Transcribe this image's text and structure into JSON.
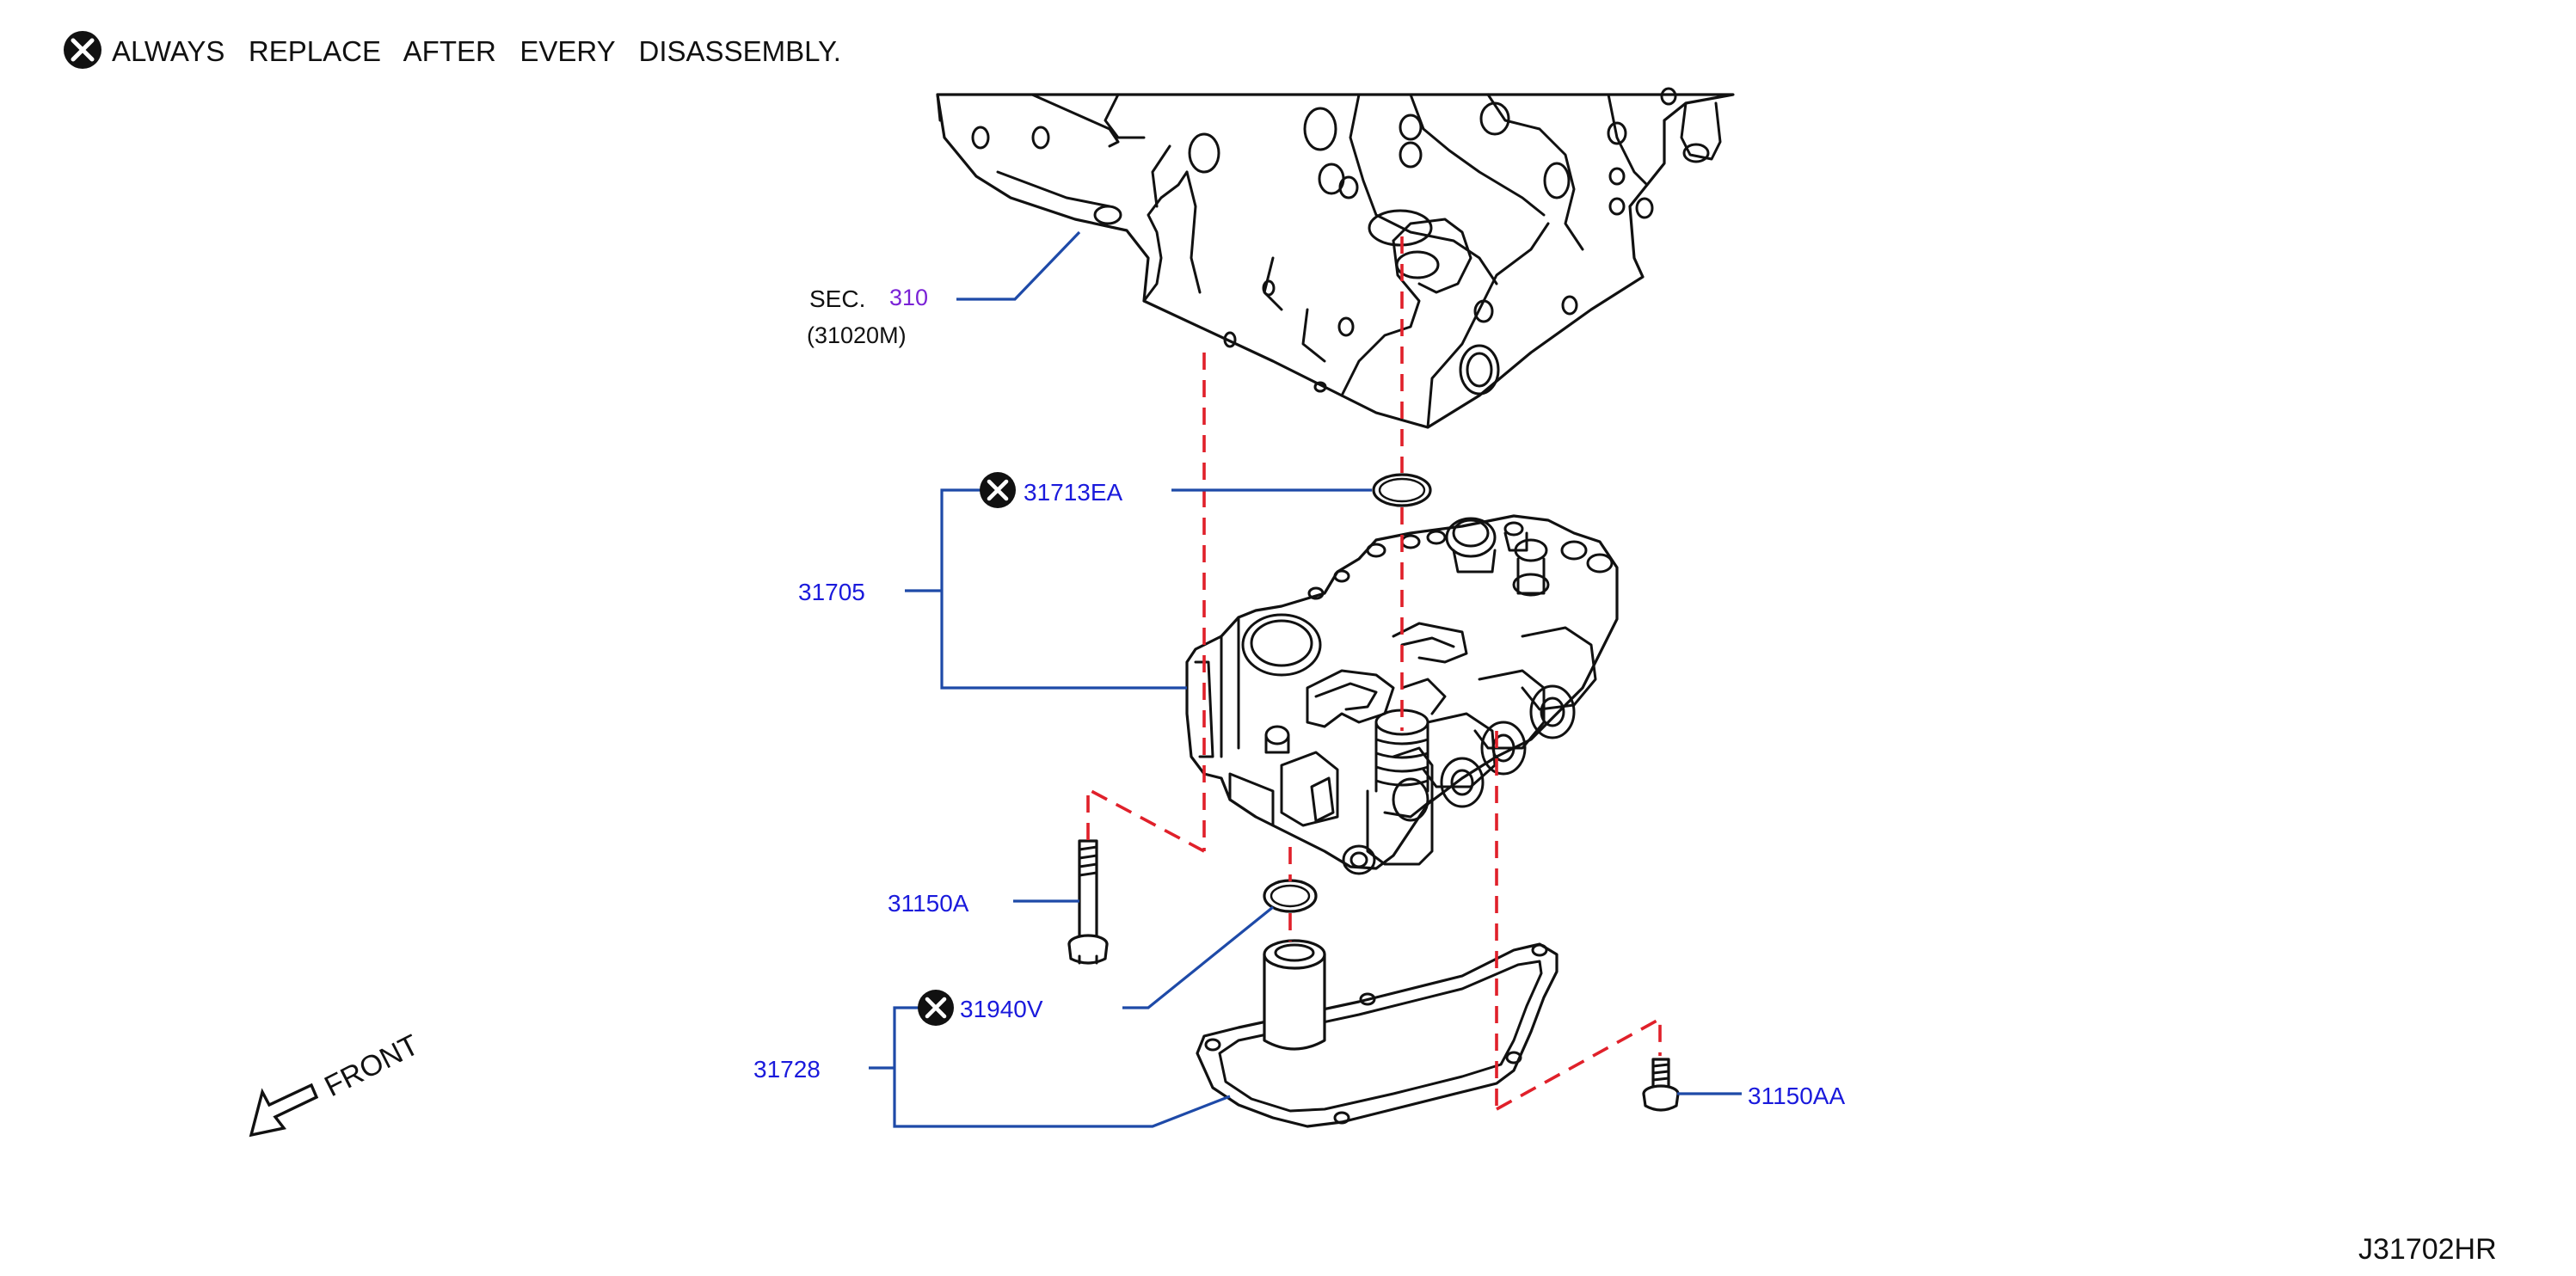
{
  "notice": {
    "text": "ALWAYS   REPLACE   AFTER   EVERY   DISASSEMBLY."
  },
  "callouts": {
    "sec_prefix": "SEC.",
    "sec_number": "310",
    "sec_sub": "(31020M)",
    "o_ring_upper": "31713EA",
    "control_valve": "31705",
    "bolt": "31150A",
    "o_ring_lower": "31940V",
    "oil_strainer": "31728",
    "bolt_small": "31150AA"
  },
  "front_label": "FRONT",
  "diagram_code": "J31702HR",
  "colors": {
    "callout": "#1a1adc",
    "section_link": "#7a22d6",
    "leader": "#1e4aa8",
    "dash": "#e0202a",
    "outline": "#111111"
  }
}
